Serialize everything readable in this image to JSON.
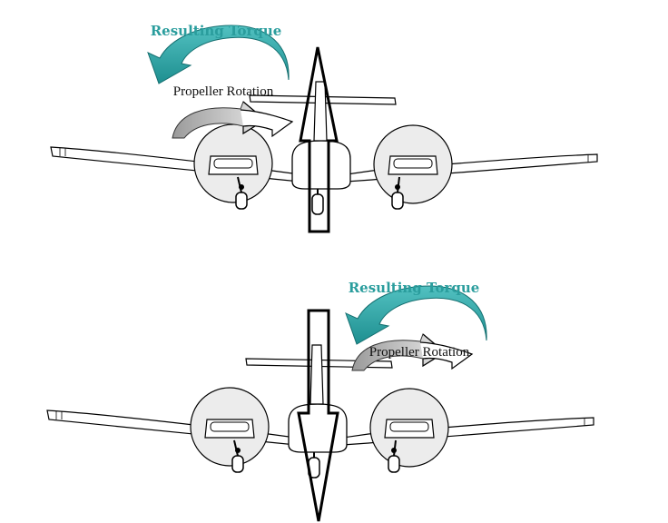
{
  "colors": {
    "torque_arrow": "#2aa3a3",
    "torque_label": "#2a9d9d",
    "rotation_arrow_fill": "#a8a8a8",
    "line": "#000000",
    "nacelle_fill": "#ececec"
  },
  "panels": [
    {
      "torque_label": "Resulting Torque",
      "rotation_label": "Propeller Rotation",
      "thrust_arrow_direction": "up",
      "torque_direction": "counterclockwise"
    },
    {
      "torque_label": "Resulting Torque",
      "rotation_label": "Propeller Rotation",
      "thrust_arrow_direction": "down",
      "torque_direction": "counterclockwise"
    }
  ]
}
